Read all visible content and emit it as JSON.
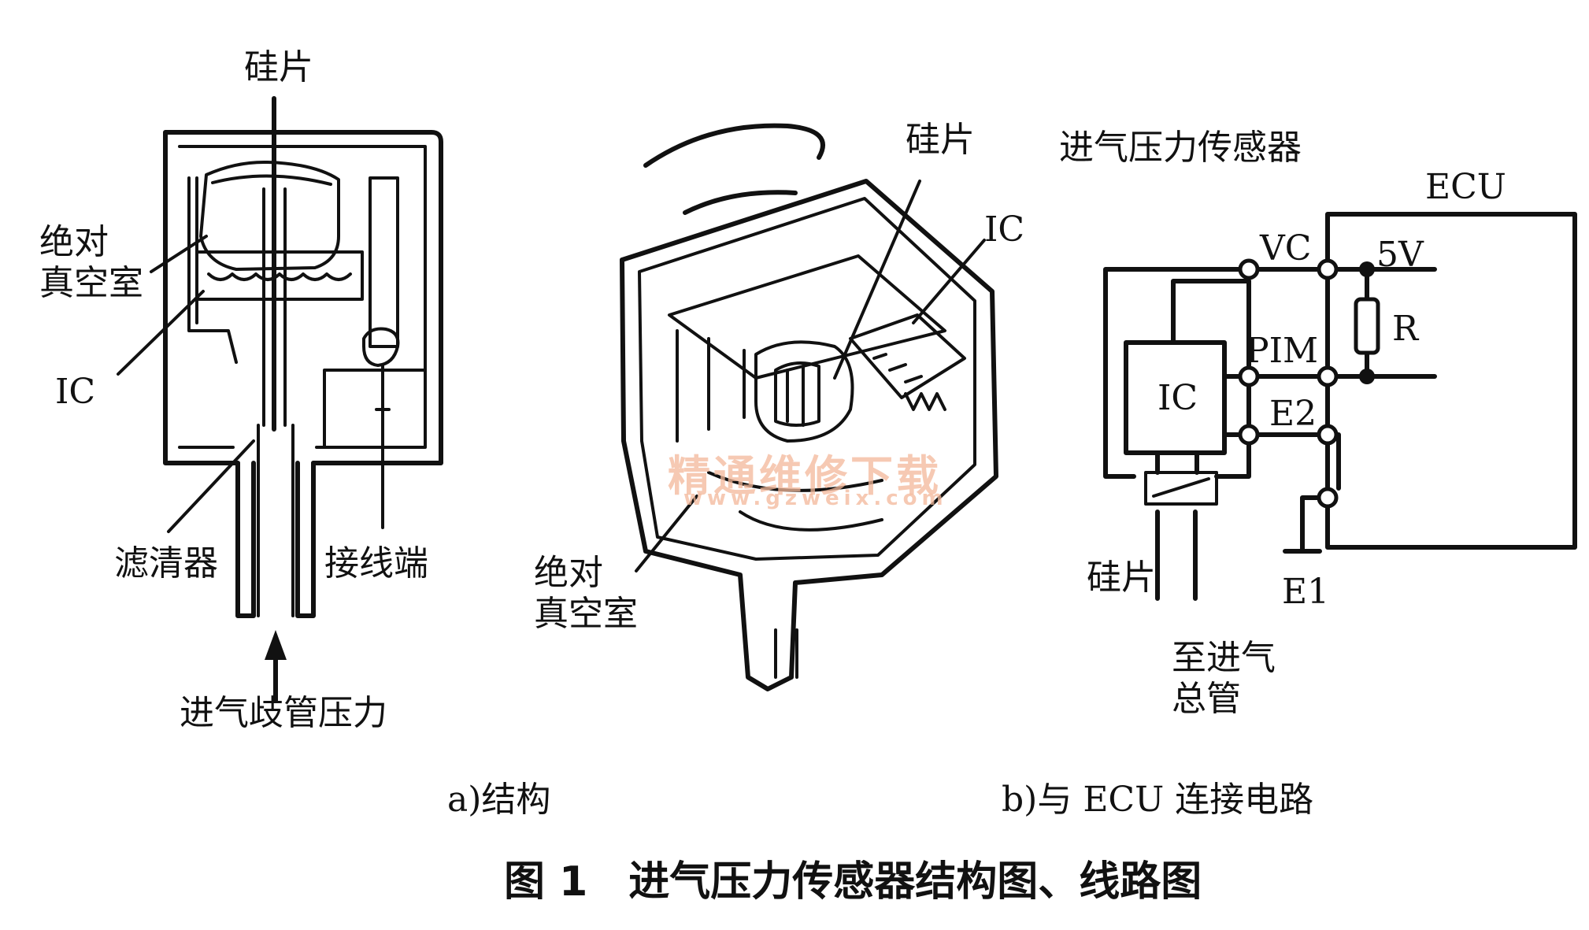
{
  "panel_a": {
    "silicon_chip": "硅片",
    "vacuum_chamber": "绝对\n真空室",
    "ic": "IC",
    "filter": "滤清器",
    "terminal": "接线端",
    "manifold_pressure": "进气歧管压力",
    "caption": "a)结构"
  },
  "panel_mid": {
    "silicon_chip": "硅片",
    "ic": "IC",
    "vacuum_chamber": "绝对\n真空室"
  },
  "panel_b": {
    "sensor_title": "进气压力传感器",
    "ecu": "ECU",
    "vc": "VC",
    "v5": "5V",
    "pim": "PIM",
    "r": "R",
    "ic": "IC",
    "e2": "E2",
    "silicon_chip": "硅片",
    "e1": "E1",
    "to_manifold": "至进气\n总管",
    "caption": "b)与 ECU 连接电路"
  },
  "watermark": {
    "line1": "精通维修下载",
    "line2": "www.gzweix.com"
  },
  "figure_title": "图 1　进气压力传感器结构图、线路图"
}
